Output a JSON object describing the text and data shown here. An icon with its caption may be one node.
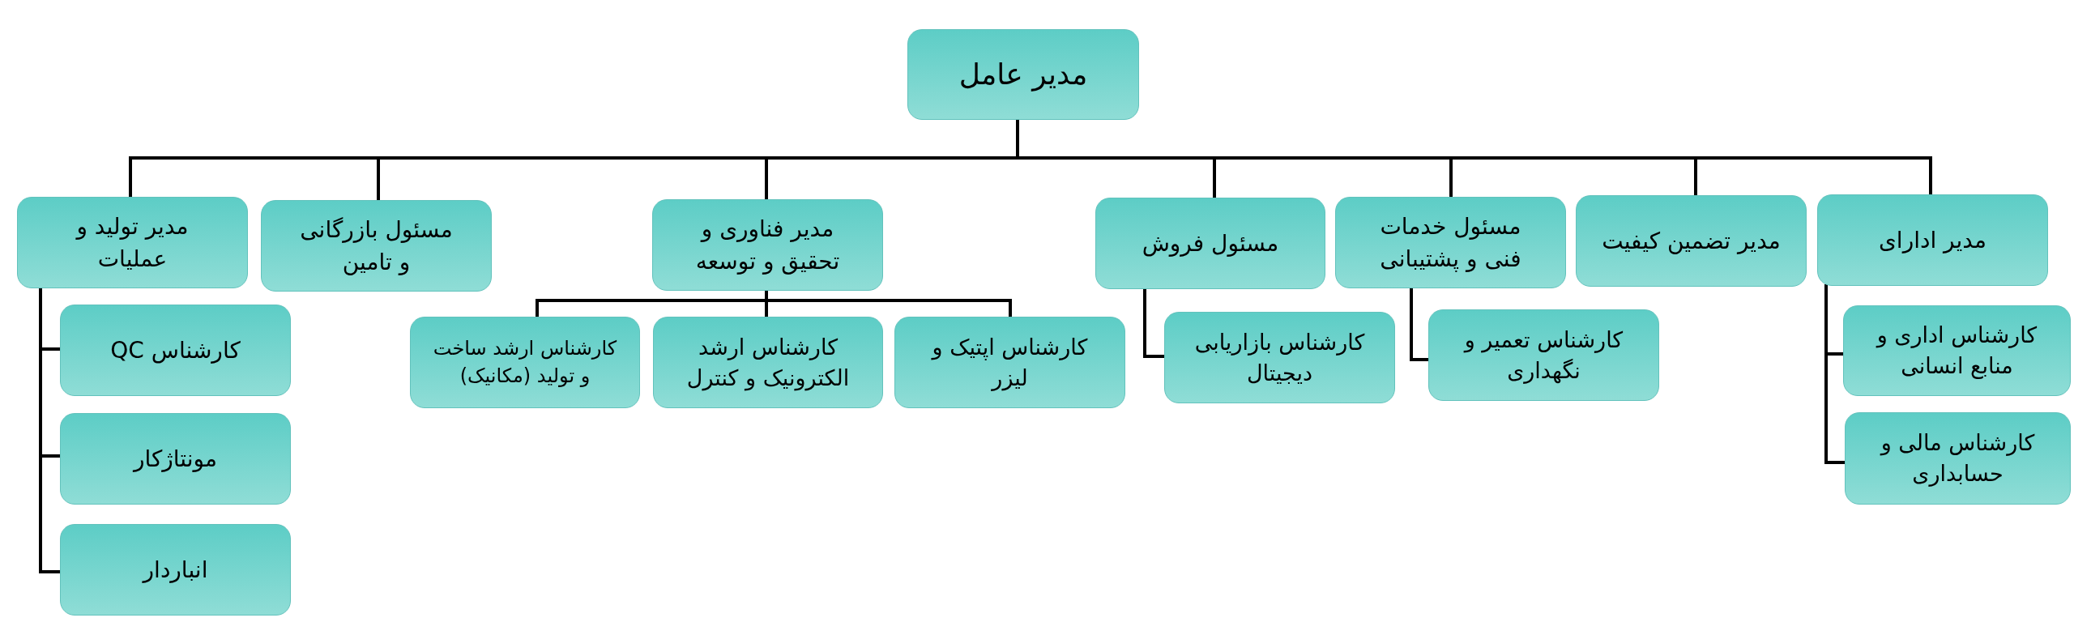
{
  "diagram": {
    "nodes": [
      {
        "text": [
          "مدیر عامل"
        ]
      },
      {
        "text": [
          "مدیر ادارای"
        ]
      },
      {
        "text": [
          "مدیر تضمین کیفیت"
        ]
      },
      {
        "text": [
          "مسئول خدمات فنی و پشتیبانی"
        ]
      },
      {
        "text": [
          "مسئول فروش"
        ]
      },
      {
        "text": [
          "مدیر فناوری و تحقیق و توسعه"
        ]
      },
      {
        "text": [
          "مسئول بازرگانی و تامین"
        ]
      },
      {
        "text": [
          "مدیر تولید و عملیات"
        ]
      },
      {
        "text": [
          "کارشناس اداری و منابع انسانی"
        ]
      },
      {
        "text": [
          "کارشناس تعمیر و نگهداری"
        ]
      },
      {
        "text": [
          "کارشناس بازاریابی دیجیتال"
        ]
      },
      {
        "text": [
          "کارشناس اپتیک و لیزر"
        ]
      },
      {
        "text": [
          "کارشناس ارشد الکترونیک و کنترل"
        ]
      },
      {
        "text": [
          "کارشناس ارشد ساخت و تولید (مکانیک)"
        ]
      },
      {
        "text": [
          "کارشناس QC"
        ]
      },
      {
        "text": [
          "کارشناس مالی و حسابداری"
        ]
      },
      {
        "text": [
          "مونتاژکار"
        ]
      },
      {
        "text": [
          "انباردار"
        ]
      }
    ],
    "edges": [
      {
        "from": 0,
        "to": 1,
        "arrow": "none"
      },
      {
        "from": 0,
        "to": 2,
        "arrow": "none"
      },
      {
        "from": 0,
        "to": 3,
        "arrow": "none"
      },
      {
        "from": 0,
        "to": 4,
        "arrow": "none"
      },
      {
        "from": 0,
        "to": 5,
        "arrow": "none"
      },
      {
        "from": 0,
        "to": 6,
        "arrow": "none"
      },
      {
        "from": 0,
        "to": 7,
        "arrow": "none"
      },
      {
        "from": 1,
        "to": 8,
        "arrow": "none"
      },
      {
        "from": 1,
        "to": 15,
        "arrow": "none"
      },
      {
        "from": 3,
        "to": 9,
        "arrow": "none"
      },
      {
        "from": 4,
        "to": 10,
        "arrow": "none"
      },
      {
        "from": 5,
        "to": 11,
        "arrow": "none"
      },
      {
        "from": 5,
        "to": 12,
        "arrow": "none"
      },
      {
        "from": 5,
        "to": 13,
        "arrow": "none"
      },
      {
        "from": 7,
        "to": 14,
        "arrow": "none"
      },
      {
        "from": 7,
        "to": 16,
        "arrow": "none"
      },
      {
        "from": 7,
        "to": 17,
        "arrow": "none"
      }
    ]
  }
}
